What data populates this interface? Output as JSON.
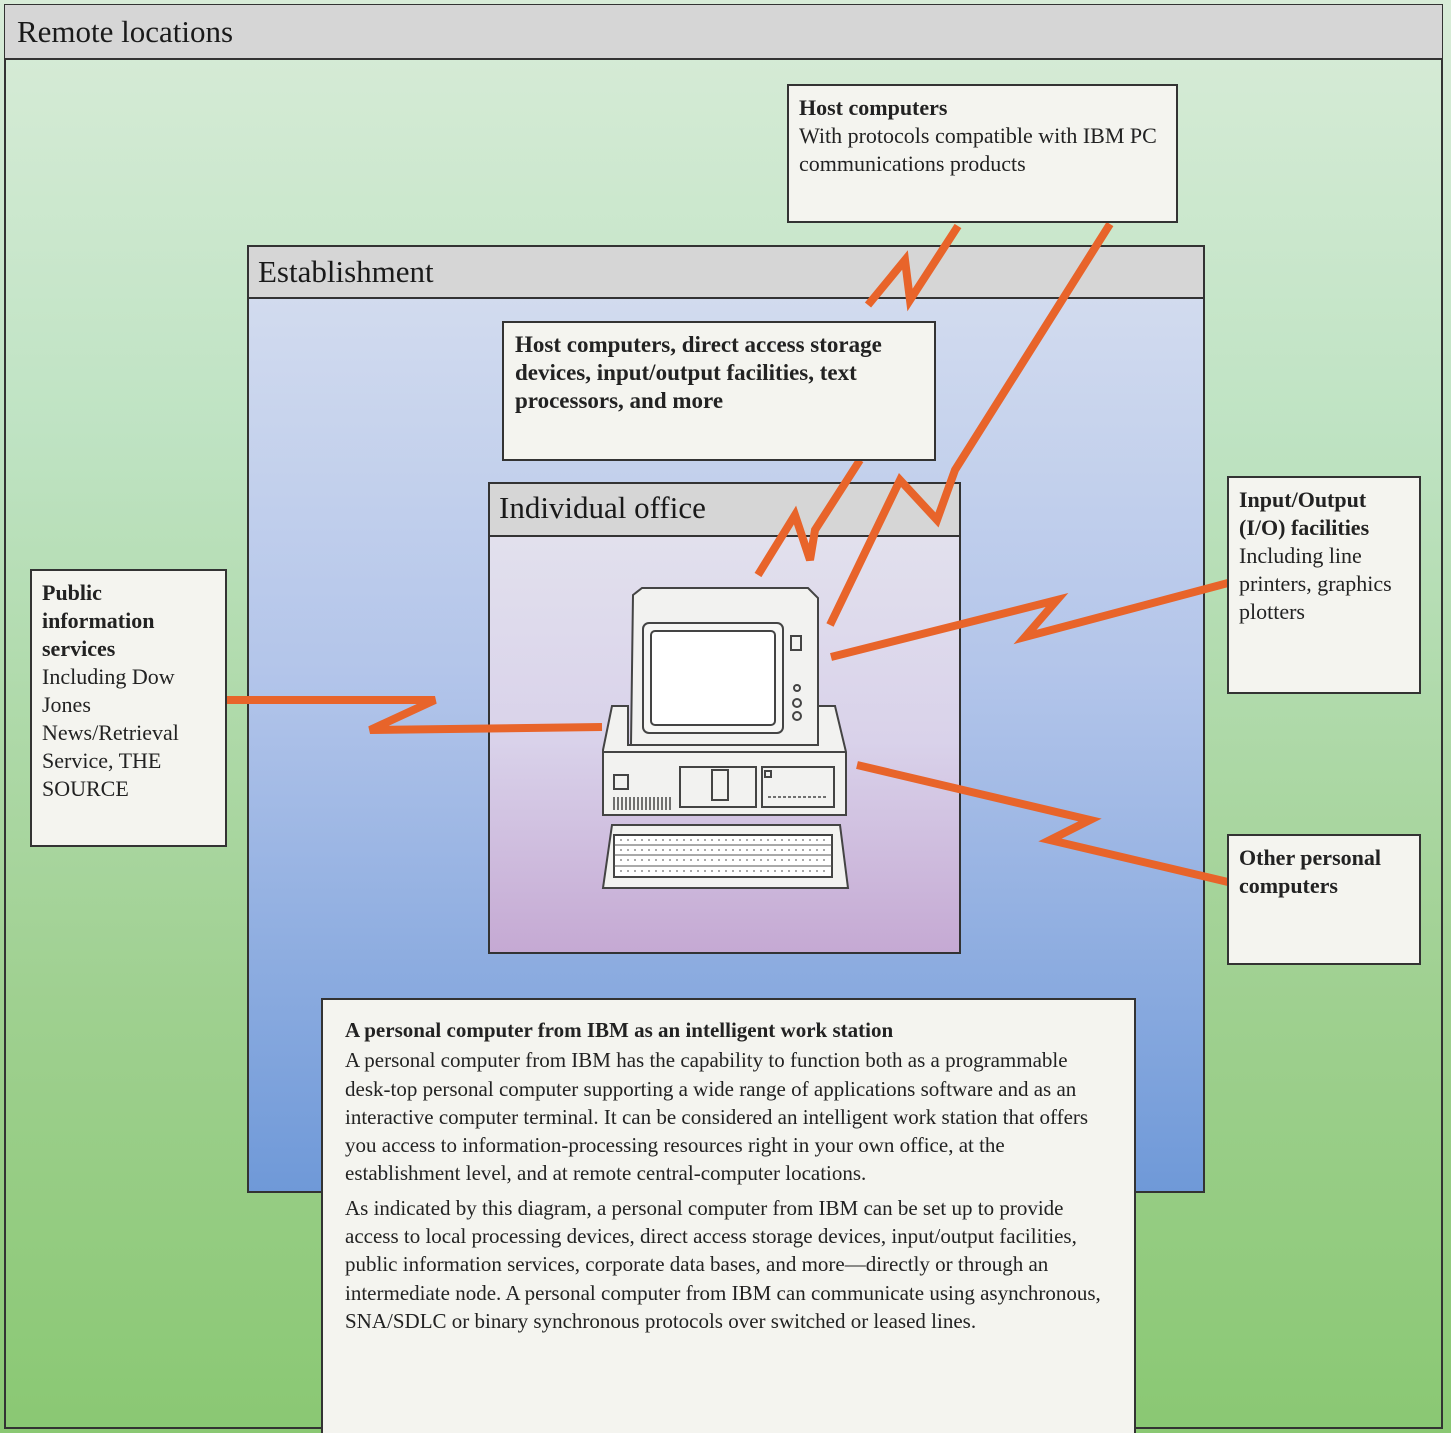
{
  "remote": {
    "title": "Remote locations"
  },
  "establishment": {
    "title": "Establishment"
  },
  "office": {
    "title": "Individual office"
  },
  "host_remote": {
    "heading": "Host computers",
    "text": "With protocols compatible with IBM PC communications products"
  },
  "host_local": {
    "heading": "Host computers, direct access storage devices, input/output facilities, text processors, and more"
  },
  "public_info": {
    "heading": "Public information services",
    "text": "Including Dow Jones News/Retrieval Service, THE SOURCE"
  },
  "io_facilities": {
    "heading": "Input/Output (I/O) facilities",
    "text": "Including line printers, graphics plotters"
  },
  "other_pcs": {
    "heading": "Other personal computers"
  },
  "description": {
    "heading": "A personal computer from IBM as an intelligent work station",
    "para1": "A personal computer from IBM has the capability to function both as a programmable desk-top personal computer supporting a wide range of applications software and as an interactive computer terminal. It can be considered an intelligent work station that offers you access to information-processing resources right in your own office, at the establishment level, and at remote central-computer locations.",
    "para2": "As indicated by this diagram, a personal computer from IBM can be set up to provide access to local processing devices, direct access storage devices, input/output facilities, public information services, corporate data bases, and more—directly or through an intermediate node. A personal computer from IBM can communicate using asynchronous, SNA/SDLC or binary synchronous protocols over switched or leased lines."
  },
  "colors": {
    "link": "#e8642a",
    "establishment_top": "#d4dcee",
    "establishment_bottom": "#6e98d8",
    "office_top": "#e2e2ee",
    "office_bottom": "#c6a8d2"
  }
}
